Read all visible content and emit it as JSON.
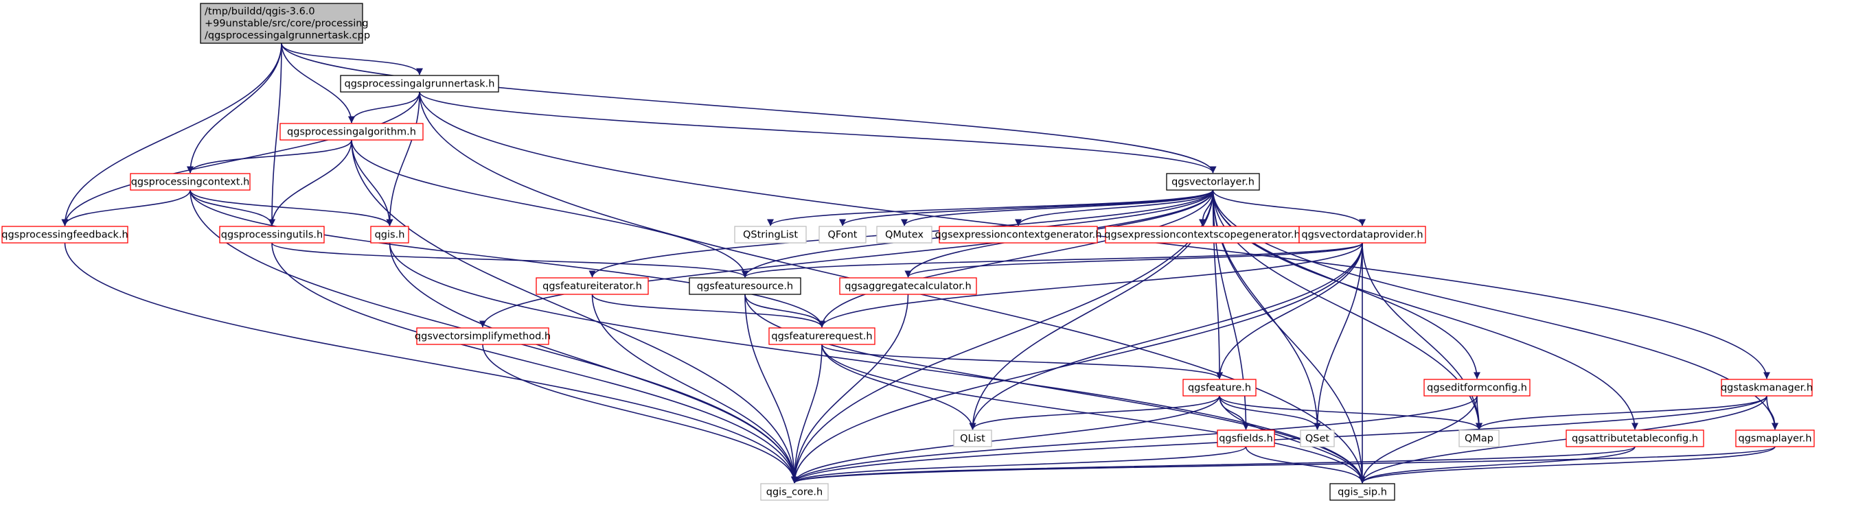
{
  "graph": {
    "colors": {
      "root_fill": "#bfbfbf",
      "root_border": "#000000",
      "plain_border": "#000000",
      "link_border": "#ff0000",
      "external_border": "#bfbfbf",
      "external_text": "#333333",
      "edge": "#191970"
    },
    "nodes": [
      {
        "id": "root",
        "kind": "root",
        "lines": [
          "/tmp/buildd/qgis-3.6.0",
          "+99unstable/src/core/processing",
          "/qgsprocessingalgrunnertask.cpp"
        ]
      },
      {
        "id": "runnertask",
        "kind": "plain",
        "lines": [
          "qgsprocessingalgrunnertask.h"
        ]
      },
      {
        "id": "algorithm",
        "kind": "link",
        "lines": [
          "qgsprocessingalgorithm.h"
        ]
      },
      {
        "id": "context",
        "kind": "link",
        "lines": [
          "qgsprocessingcontext.h"
        ]
      },
      {
        "id": "feedback",
        "kind": "link",
        "lines": [
          "qgsprocessingfeedback.h"
        ]
      },
      {
        "id": "utils",
        "kind": "link",
        "lines": [
          "qgsprocessingutils.h"
        ]
      },
      {
        "id": "qgis",
        "kind": "link",
        "lines": [
          "qgis.h"
        ]
      },
      {
        "id": "vectorlayer",
        "kind": "plain",
        "lines": [
          "qgsvectorlayer.h"
        ]
      },
      {
        "id": "qstringlist",
        "kind": "external",
        "lines": [
          "QStringList"
        ]
      },
      {
        "id": "qfont",
        "kind": "external",
        "lines": [
          "QFont"
        ]
      },
      {
        "id": "qmutex",
        "kind": "external",
        "lines": [
          "QMutex"
        ]
      },
      {
        "id": "exprctxgen",
        "kind": "link",
        "lines": [
          "qgsexpressioncontextgenerator.h"
        ]
      },
      {
        "id": "exprctxscopegen",
        "kind": "link",
        "lines": [
          "qgsexpressioncontextscopegenerator.h"
        ]
      },
      {
        "id": "vectordataprovider",
        "kind": "link",
        "lines": [
          "qgsvectordataprovider.h"
        ]
      },
      {
        "id": "featureiterator",
        "kind": "link",
        "lines": [
          "qgsfeatureiterator.h"
        ]
      },
      {
        "id": "featuresource",
        "kind": "plain",
        "lines": [
          "qgsfeaturesource.h"
        ]
      },
      {
        "id": "aggregatecalc",
        "kind": "link",
        "lines": [
          "qgsaggregatecalculator.h"
        ]
      },
      {
        "id": "simplifymethod",
        "kind": "link",
        "lines": [
          "qgsvectorsimplifymethod.h"
        ]
      },
      {
        "id": "featurerequest",
        "kind": "link",
        "lines": [
          "qgsfeaturerequest.h"
        ]
      },
      {
        "id": "feature",
        "kind": "link",
        "lines": [
          "qgsfeature.h"
        ]
      },
      {
        "id": "editformconfig",
        "kind": "link",
        "lines": [
          "qgseditformconfig.h"
        ]
      },
      {
        "id": "taskmanager",
        "kind": "link",
        "lines": [
          "qgstaskmanager.h"
        ]
      },
      {
        "id": "qlist",
        "kind": "external",
        "lines": [
          "QList"
        ]
      },
      {
        "id": "fields",
        "kind": "link",
        "lines": [
          "qgsfields.h"
        ]
      },
      {
        "id": "qset",
        "kind": "external",
        "lines": [
          "QSet"
        ]
      },
      {
        "id": "qmap",
        "kind": "external",
        "lines": [
          "QMap"
        ]
      },
      {
        "id": "attrtableconfig",
        "kind": "link",
        "lines": [
          "qgsattributetableconfig.h"
        ]
      },
      {
        "id": "maplayer",
        "kind": "link",
        "lines": [
          "qgsmaplayer.h"
        ]
      },
      {
        "id": "qgiscore",
        "kind": "external",
        "lines": [
          "qgis_core.h"
        ]
      },
      {
        "id": "qgissip",
        "kind": "plain",
        "lines": [
          "qgis_sip.h"
        ]
      }
    ],
    "edges": [
      [
        "root",
        "runnertask"
      ],
      [
        "root",
        "algorithm"
      ],
      [
        "root",
        "context"
      ],
      [
        "root",
        "feedback"
      ],
      [
        "root",
        "utils"
      ],
      [
        "root",
        "vectorlayer"
      ],
      [
        "runnertask",
        "algorithm"
      ],
      [
        "runnertask",
        "feedback"
      ],
      [
        "runnertask",
        "qgis"
      ],
      [
        "runnertask",
        "vectorlayer"
      ],
      [
        "runnertask",
        "taskmanager"
      ],
      [
        "runnertask",
        "qgissip"
      ],
      [
        "algorithm",
        "context"
      ],
      [
        "algorithm",
        "utils"
      ],
      [
        "algorithm",
        "qgis"
      ],
      [
        "algorithm",
        "featuresource"
      ],
      [
        "algorithm",
        "qgiscore"
      ],
      [
        "context",
        "feedback"
      ],
      [
        "context",
        "utils"
      ],
      [
        "context",
        "qgis"
      ],
      [
        "context",
        "featurerequest"
      ],
      [
        "context",
        "qgiscore"
      ],
      [
        "feedback",
        "qgiscore"
      ],
      [
        "utils",
        "featuresource"
      ],
      [
        "utils",
        "qgiscore"
      ],
      [
        "qgis",
        "qgiscore"
      ],
      [
        "qgis",
        "qgissip"
      ],
      [
        "vectorlayer",
        "qstringlist"
      ],
      [
        "vectorlayer",
        "qfont"
      ],
      [
        "vectorlayer",
        "qmutex"
      ],
      [
        "vectorlayer",
        "exprctxgen"
      ],
      [
        "vectorlayer",
        "exprctxscopegen"
      ],
      [
        "vectorlayer",
        "vectordataprovider"
      ],
      [
        "vectorlayer",
        "featureiterator"
      ],
      [
        "vectorlayer",
        "featuresource"
      ],
      [
        "vectorlayer",
        "aggregatecalc"
      ],
      [
        "vectorlayer",
        "simplifymethod"
      ],
      [
        "vectorlayer",
        "featurerequest"
      ],
      [
        "vectorlayer",
        "feature"
      ],
      [
        "vectorlayer",
        "editformconfig"
      ],
      [
        "vectorlayer",
        "attrtableconfig"
      ],
      [
        "vectorlayer",
        "maplayer"
      ],
      [
        "vectorlayer",
        "qlist"
      ],
      [
        "vectorlayer",
        "fields"
      ],
      [
        "vectorlayer",
        "qset"
      ],
      [
        "vectorlayer",
        "qmap"
      ],
      [
        "vectorlayer",
        "qgiscore"
      ],
      [
        "vectorlayer",
        "qgissip"
      ],
      [
        "vectordataprovider",
        "featuresource"
      ],
      [
        "vectordataprovider",
        "aggregatecalc"
      ],
      [
        "vectordataprovider",
        "featurerequest"
      ],
      [
        "vectordataprovider",
        "feature"
      ],
      [
        "vectordataprovider",
        "qlist"
      ],
      [
        "vectordataprovider",
        "qset"
      ],
      [
        "vectordataprovider",
        "qmap"
      ],
      [
        "vectordataprovider",
        "qgiscore"
      ],
      [
        "vectordataprovider",
        "qgissip"
      ],
      [
        "featureiterator",
        "featurerequest"
      ],
      [
        "featureiterator",
        "qgiscore"
      ],
      [
        "featuresource",
        "featurerequest"
      ],
      [
        "featuresource",
        "qgiscore"
      ],
      [
        "featuresource",
        "qgissip"
      ],
      [
        "aggregatecalc",
        "qgiscore"
      ],
      [
        "simplifymethod",
        "qgiscore"
      ],
      [
        "featurerequest",
        "feature"
      ],
      [
        "featurerequest",
        "qlist"
      ],
      [
        "featurerequest",
        "qgiscore"
      ],
      [
        "featurerequest",
        "qgissip"
      ],
      [
        "feature",
        "qlist"
      ],
      [
        "feature",
        "fields"
      ],
      [
        "feature",
        "qset"
      ],
      [
        "feature",
        "qmap"
      ],
      [
        "feature",
        "qgiscore"
      ],
      [
        "feature",
        "qgissip"
      ],
      [
        "fields",
        "qgiscore"
      ],
      [
        "fields",
        "qgissip"
      ],
      [
        "editformconfig",
        "qmap"
      ],
      [
        "editformconfig",
        "qgiscore"
      ],
      [
        "editformconfig",
        "qgissip"
      ],
      [
        "taskmanager",
        "qmap"
      ],
      [
        "taskmanager",
        "maplayer"
      ],
      [
        "taskmanager",
        "qgiscore"
      ],
      [
        "taskmanager",
        "qgissip"
      ],
      [
        "attrtableconfig",
        "qgiscore"
      ],
      [
        "attrtableconfig",
        "qgissip"
      ],
      [
        "maplayer",
        "qgiscore"
      ],
      [
        "maplayer",
        "qgissip"
      ]
    ]
  }
}
